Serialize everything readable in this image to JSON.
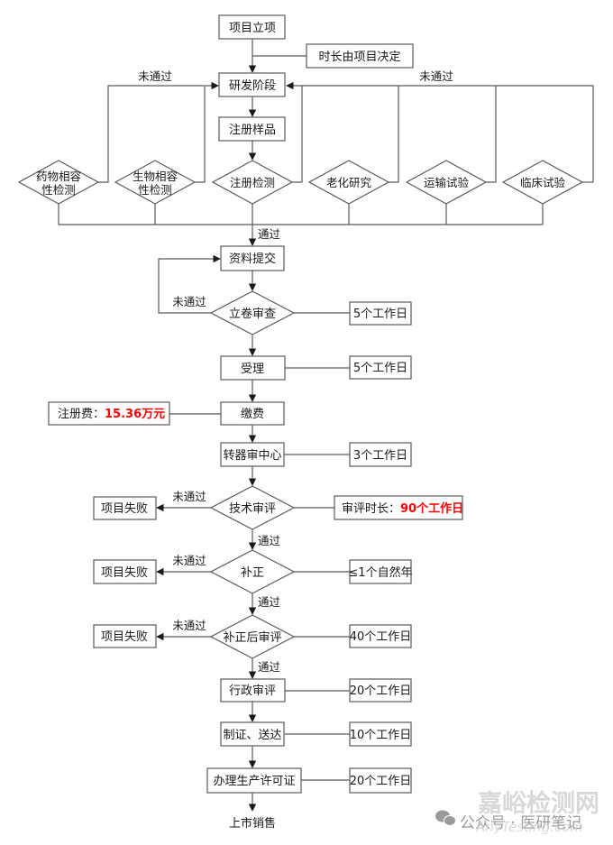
{
  "flowchart": {
    "start": "项目立项",
    "duration_note": "时长由项目决定",
    "rd_stage": "研发阶段",
    "registration_sample": "注册样品",
    "tests": [
      {
        "line1": "药物相容",
        "line2": "性检测"
      },
      {
        "line1": "生物相容",
        "line2": "性检测"
      },
      {
        "line1": "注册检测",
        "line2": ""
      },
      {
        "line1": "老化研究",
        "line2": ""
      },
      {
        "line1": "运输试验",
        "line2": ""
      },
      {
        "line1": "临床试验",
        "line2": ""
      }
    ],
    "fail_label": "未通过",
    "pass_label": "通过",
    "submission": "资料提交",
    "filing_review": "立卷审查",
    "acceptance": "受理",
    "payment": "缴费",
    "fee_label": "注册费：",
    "fee_value": "15.36万元",
    "transfer": "转器审中心",
    "tech_review": "技术审评",
    "review_duration_label": "审评时长：",
    "review_duration_value": "90个工作日",
    "supplement": "补正",
    "post_supplement_review": "补正后审评",
    "admin_review": "行政审评",
    "certificate": "制证、送达",
    "production_license": "办理生产许可证",
    "market": "上市销售",
    "project_fail": "项目失败",
    "durations": {
      "filing_review": "5个工作日",
      "acceptance": "5个工作日",
      "transfer": "3个工作日",
      "supplement": "≤1个自然年",
      "post_supplement_review": "40个工作日",
      "admin_review": "20个工作日",
      "certificate": "10个工作日",
      "production_license": "20个工作日"
    }
  },
  "colors": {
    "line": "#595959",
    "highlight": "#ff0000"
  },
  "watermark": {
    "account": "公众号 · 医研笔记",
    "site_cn": "嘉峪检测网",
    "site_en": "AnyTesting.com"
  }
}
